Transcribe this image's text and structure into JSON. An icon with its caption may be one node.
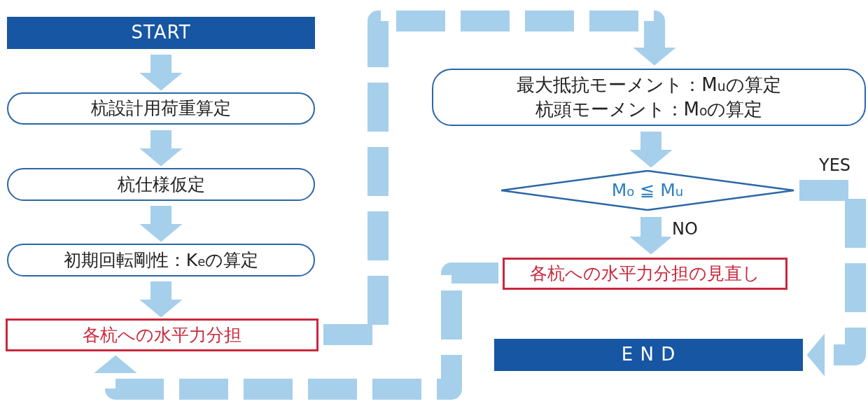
{
  "diagram": {
    "nodes": [
      {
        "text": [
          "START"
        ]
      },
      {
        "text": [
          "杭設計用荷重算定"
        ]
      },
      {
        "text": [
          "杭仕様仮定"
        ]
      },
      {
        "text": [
          "初期回転剛性：K$_{e}$の算定"
        ]
      },
      {
        "text": [
          "各杭への水平力分担"
        ]
      },
      {
        "text": [
          "最大抵抗モーメント：M$_{u}$の算定",
          "杭頭モーメント：M$_{o}$の算定"
        ]
      },
      {
        "text": [
          "M$_{o}$ ≦ M$_{u}$"
        ]
      },
      {
        "text": [
          "各杭への水平力分担の見直し"
        ]
      },
      {
        "text": [
          "E N D"
        ]
      }
    ],
    "edges": [
      {
        "from": 0,
        "to": 1,
        "arrow": "to"
      },
      {
        "from": 1,
        "to": 2,
        "arrow": "to"
      },
      {
        "from": 2,
        "to": 3,
        "arrow": "to"
      },
      {
        "from": 3,
        "to": 4,
        "arrow": "to"
      },
      {
        "from": 4,
        "to": 5,
        "arrow": "to",
        "style": "dashed"
      },
      {
        "from": 5,
        "to": 6,
        "arrow": "to"
      },
      {
        "from": 6,
        "to": 7,
        "arrow": "to",
        "label": "NO"
      },
      {
        "from": 6,
        "to": 8,
        "arrow": "to",
        "label": "YES",
        "style": "dashed"
      },
      {
        "from": 7,
        "to": 4,
        "arrow": "to",
        "style": "dashed"
      }
    ]
  }
}
